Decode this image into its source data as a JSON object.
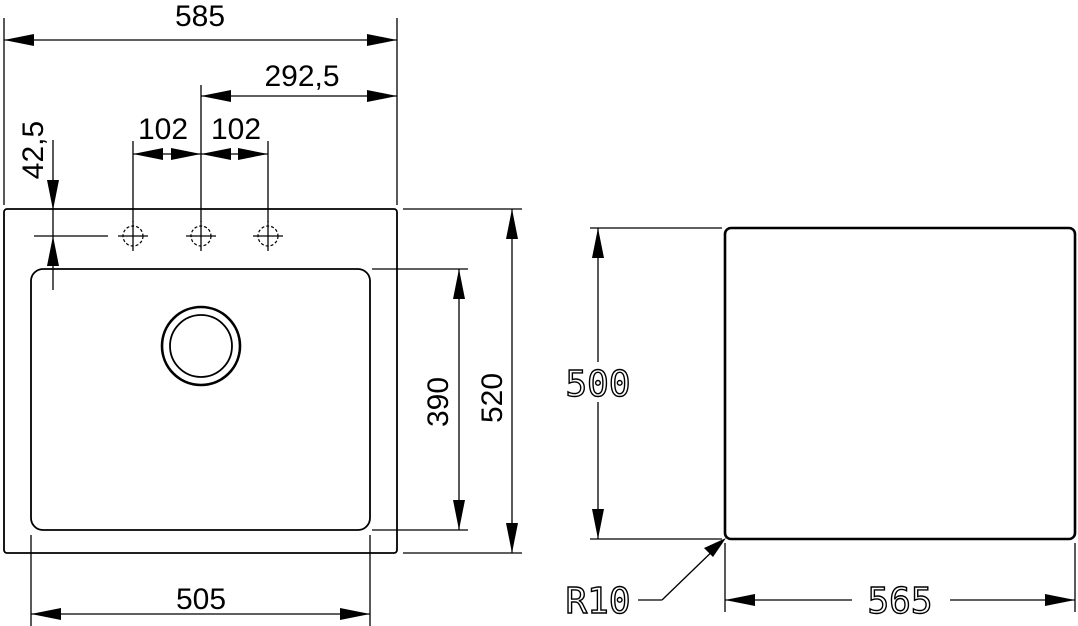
{
  "drawing": {
    "top_view": {
      "overall_width": "585",
      "half_width": "292,5",
      "tap_spacing_left": "102",
      "tap_spacing_right": "102",
      "tap_offset": "42,5",
      "bowl_depth": "390",
      "overall_depth": "520",
      "bowl_width": "505"
    },
    "cutout": {
      "depth": "500",
      "width": "565",
      "corner_radius": "R10"
    }
  }
}
